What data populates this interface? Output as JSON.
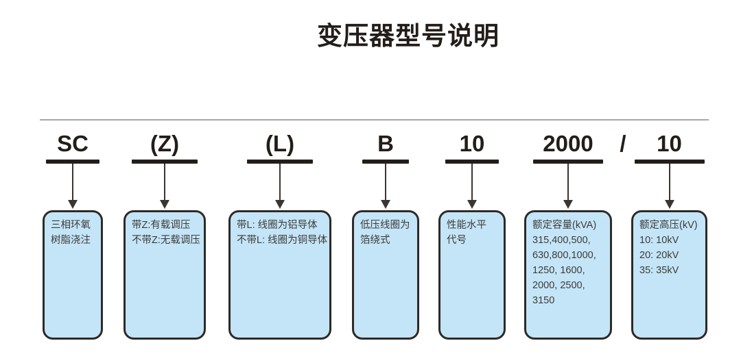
{
  "title": "变压器型号说明",
  "separator": "/",
  "colors": {
    "box_fill": "#c3e5f7",
    "box_border": "#2e2a28",
    "text_dark": "#231d1a",
    "box_text": "#3f3b39",
    "rule_gray": "#a9a6a4"
  },
  "columns": [
    {
      "code": "SC",
      "lines": [
        "三相环氧",
        "树脂浇注"
      ]
    },
    {
      "code": "(Z)",
      "lines": [
        "带Z:有载调压",
        "不带Z:无载调压"
      ]
    },
    {
      "code": "(L)",
      "lines": [
        "带L: 线圈为铝导体",
        "不带L: 线圈为铜导体"
      ]
    },
    {
      "code": "B",
      "lines": [
        "低压线圈为",
        "箔绕式"
      ]
    },
    {
      "code": "10",
      "lines": [
        "性能水平",
        "代号"
      ]
    },
    {
      "code": "2000",
      "lines": [
        "额定容量(kVA)",
        "315,400,500,",
        "630,800,1000,",
        "1250, 1600,",
        "2000, 2500,",
        "3150"
      ]
    },
    {
      "code": "10",
      "lines": [
        "额定高压(kV)",
        "10: 10kV",
        "20: 20kV",
        "35: 35kV"
      ]
    }
  ]
}
